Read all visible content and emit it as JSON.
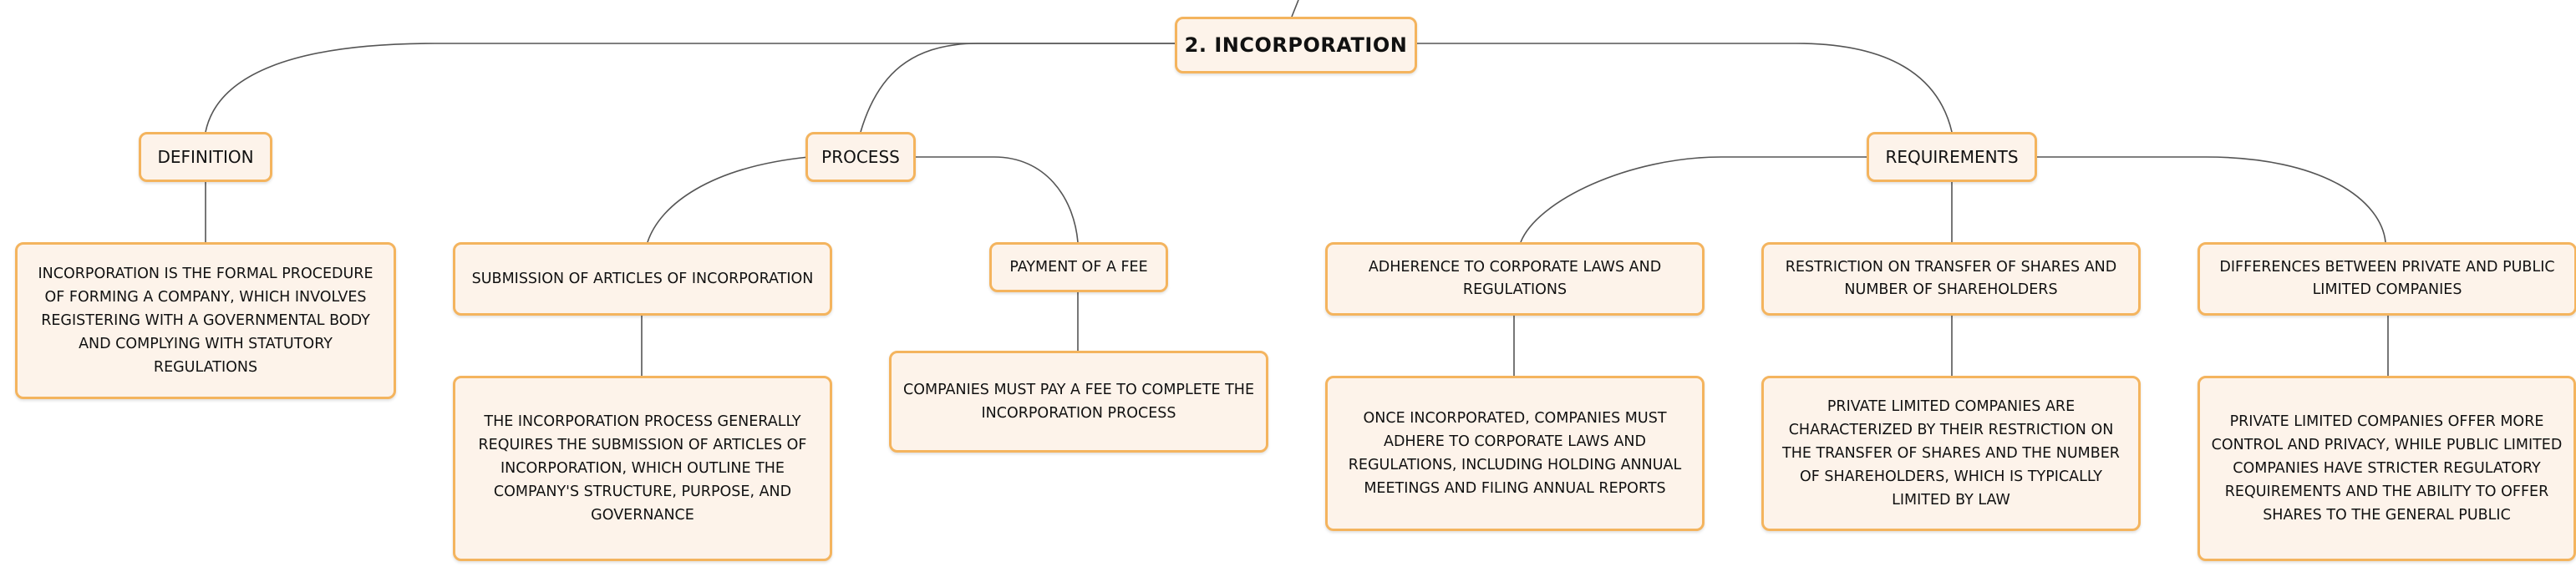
{
  "diagram": {
    "root": {
      "label": "2. INCORPORATION"
    },
    "definition": {
      "label": "DEFINITION",
      "detail": "INCORPORATION IS THE FORMAL PROCEDURE OF FORMING A COMPANY, WHICH INVOLVES REGISTERING WITH A GOVERNMENTAL BODY AND COMPLYING WITH STATUTORY REGULATIONS"
    },
    "process": {
      "label": "PROCESS",
      "submission": {
        "label": "SUBMISSION OF ARTICLES OF INCORPORATION",
        "detail": "THE INCORPORATION PROCESS GENERALLY REQUIRES THE SUBMISSION OF ARTICLES OF INCORPORATION, WHICH OUTLINE THE COMPANY'S STRUCTURE, PURPOSE, AND GOVERNANCE"
      },
      "fee": {
        "label": "PAYMENT OF A FEE",
        "detail": "COMPANIES MUST PAY A FEE TO COMPLETE THE INCORPORATION PROCESS"
      }
    },
    "requirements": {
      "label": "REQUIREMENTS",
      "adherence": {
        "label": "ADHERENCE TO CORPORATE LAWS AND REGULATIONS",
        "detail": "ONCE INCORPORATED, COMPANIES MUST ADHERE TO CORPORATE LAWS AND REGULATIONS, INCLUDING HOLDING ANNUAL MEETINGS AND FILING ANNUAL REPORTS"
      },
      "restriction": {
        "label": "RESTRICTION ON TRANSFER OF SHARES AND NUMBER OF SHAREHOLDERS",
        "detail": "PRIVATE LIMITED COMPANIES ARE CHARACTERIZED BY THEIR RESTRICTION ON THE TRANSFER OF SHARES AND THE NUMBER OF SHAREHOLDERS, WHICH IS TYPICALLY LIMITED BY LAW"
      },
      "differences": {
        "label": "DIFFERENCES BETWEEN PRIVATE AND PUBLIC LIMITED COMPANIES",
        "detail": "PRIVATE LIMITED COMPANIES OFFER MORE CONTROL AND PRIVACY, WHILE PUBLIC LIMITED COMPANIES HAVE STRICTER REGULATORY REQUIREMENTS AND THE ABILITY TO OFFER SHARES TO THE GENERAL PUBLIC"
      }
    },
    "colors": {
      "node_fill": "#fdf3ea",
      "node_border": "#f4b45e",
      "connector": "#555555",
      "text": "#111111"
    }
  }
}
